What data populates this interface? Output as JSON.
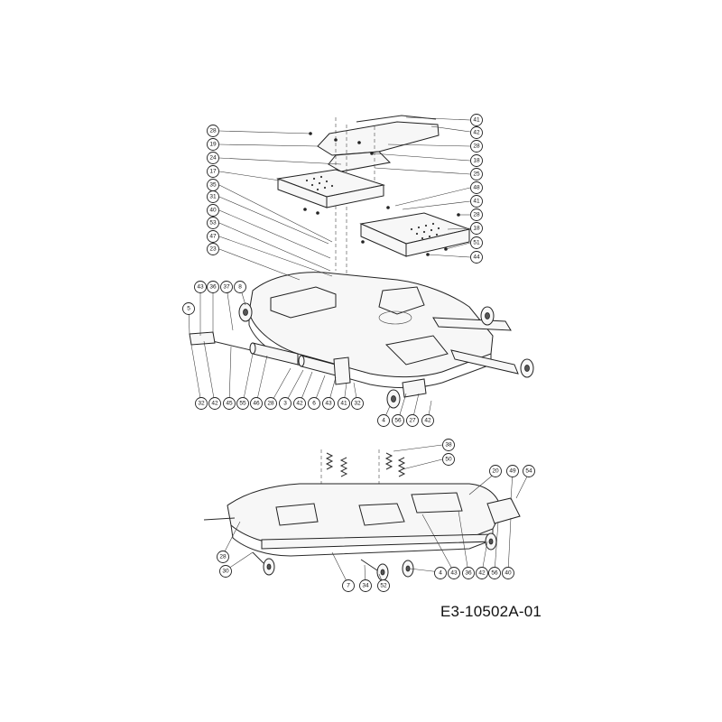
{
  "drawing_code": "E3-10502A-01",
  "upper_callouts": [
    "41",
    "42",
    "28",
    "18",
    "25",
    "48",
    "41",
    "28",
    "18",
    "51",
    "44",
    "28",
    "19",
    "24",
    "17",
    "35",
    "31",
    "40",
    "53",
    "47",
    "23",
    "43",
    "36",
    "37",
    "8",
    "5",
    "32",
    "42",
    "45",
    "55",
    "46",
    "28",
    "3",
    "42",
    "6",
    "43",
    "41",
    "32",
    "4",
    "56",
    "27",
    "42"
  ],
  "lower_callouts": [
    "38",
    "50",
    "20",
    "49",
    "54",
    "28",
    "30",
    "7",
    "34",
    "52",
    "4",
    "43",
    "36",
    "42",
    "56",
    "40"
  ]
}
